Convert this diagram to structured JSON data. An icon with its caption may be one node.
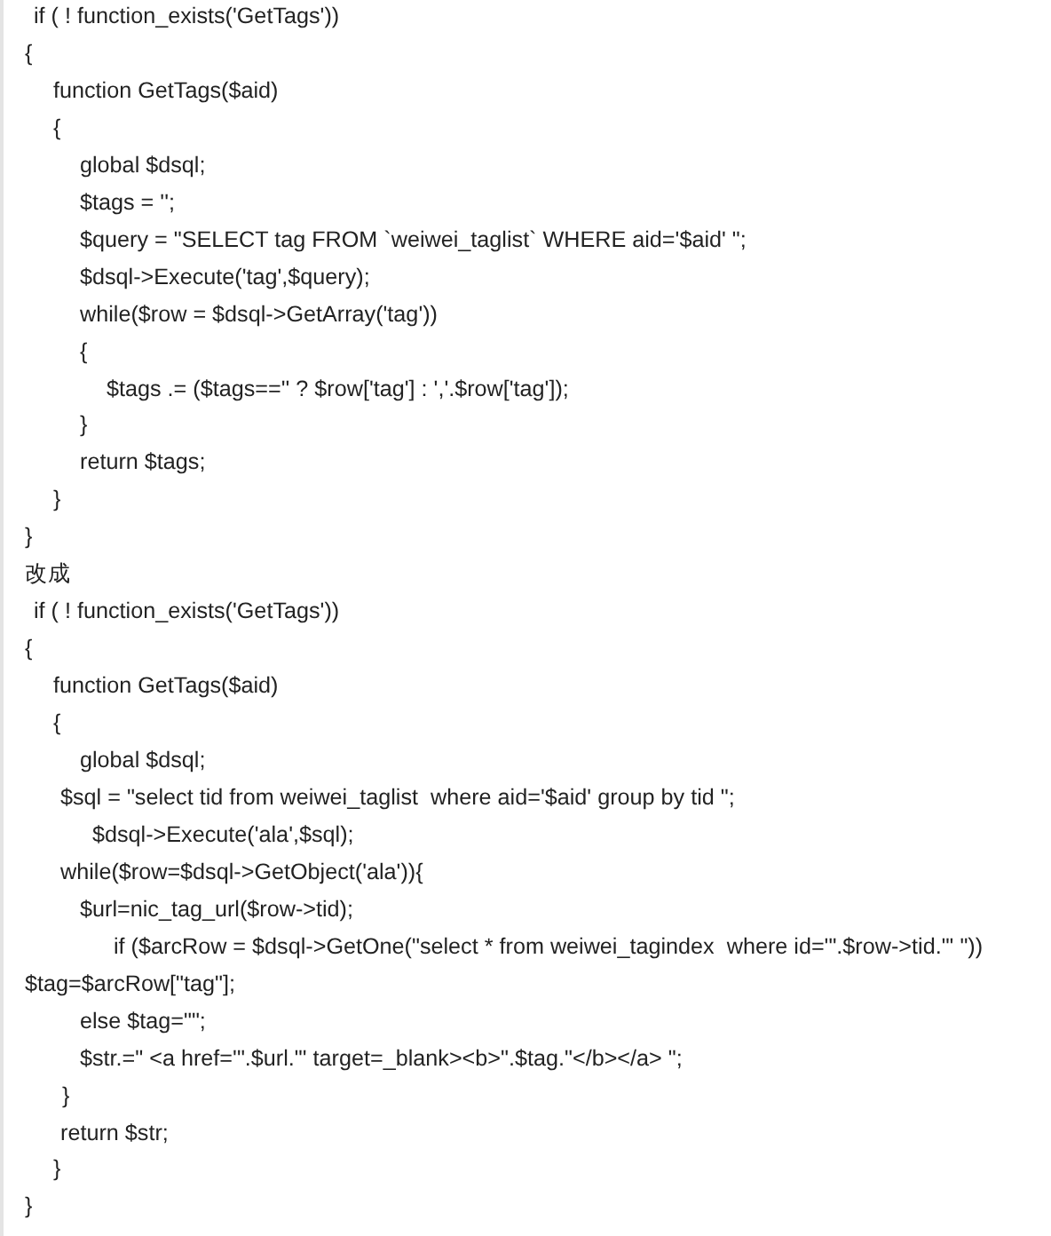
{
  "diagram": {
    "labels": [
      "if ( ! function_exists('GetTags'))",
      "{",
      "function GetTags($aid)",
      "{",
      "global $dsql;",
      "$tags = '';",
      "$query = \"SELECT tag FROM `weiwei_taglist` WHERE aid='$aid' \";",
      "$dsql->Execute('tag',$query);",
      "while($row = $dsql->GetArray('tag'))",
      "{",
      "$tags .= ($tags=='' ? $row['tag'] : ','.$row['tag']);",
      "}",
      "return $tags;",
      "}",
      "}",
      "改成",
      "if ( ! function_exists('GetTags'))",
      "{",
      "function GetTags($aid)",
      "{",
      "global $dsql;",
      "$sql = \"select tid from weiwei_taglist  where aid='$aid' group by tid \";",
      "$dsql->Execute('ala',$sql);",
      "while($row=$dsql->GetObject('ala')){",
      "$url=nic_tag_url($row->tid);",
      "if ($arcRow = $dsql->GetOne(\"select * from weiwei_tagindex  where id='\".$row->tid.\"' \"))",
      "$tag=$arcRow[\"tag\"];",
      "else $tag=\"\";",
      "$str.=\" <a href='\".$url.\"' target=_blank><b>\".$tag.\"</b></a> \";",
      "}",
      "return $str;",
      "}",
      "}"
    ]
  }
}
